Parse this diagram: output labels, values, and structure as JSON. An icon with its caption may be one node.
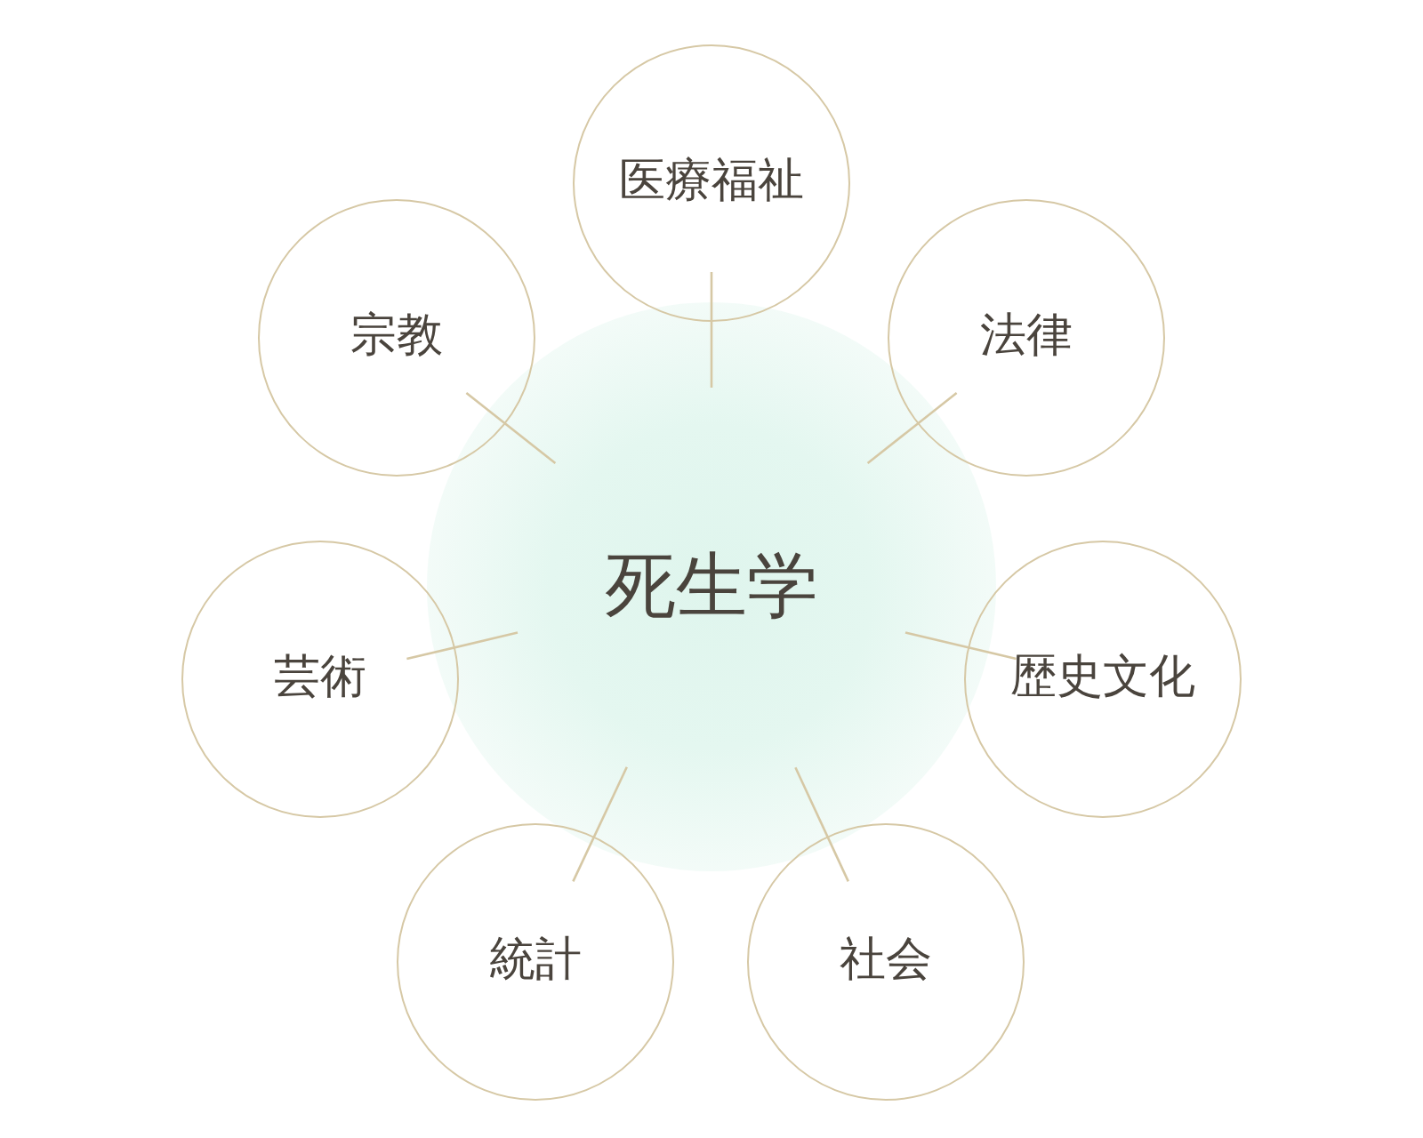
{
  "diagram": {
    "nodes": [
      {
        "text": [
          "医療福祉"
        ]
      },
      {
        "text": [
          "宗教"
        ]
      },
      {
        "text": [
          "法律"
        ]
      },
      {
        "text": [
          "死生学"
        ]
      },
      {
        "text": [
          "芸術"
        ]
      },
      {
        "text": [
          "歴史文化"
        ]
      },
      {
        "text": [
          "統計"
        ]
      },
      {
        "text": [
          "社会"
        ]
      }
    ],
    "edges": [
      {
        "from": 0,
        "to": 3,
        "arrow": "none"
      },
      {
        "from": 1,
        "to": 3,
        "arrow": "none"
      },
      {
        "from": 2,
        "to": 3,
        "arrow": "none"
      },
      {
        "from": 4,
        "to": 3,
        "arrow": "none"
      },
      {
        "from": 5,
        "to": 3,
        "arrow": "none"
      },
      {
        "from": 6,
        "to": 3,
        "arrow": "none"
      },
      {
        "from": 7,
        "to": 3,
        "arrow": "none"
      }
    ]
  }
}
